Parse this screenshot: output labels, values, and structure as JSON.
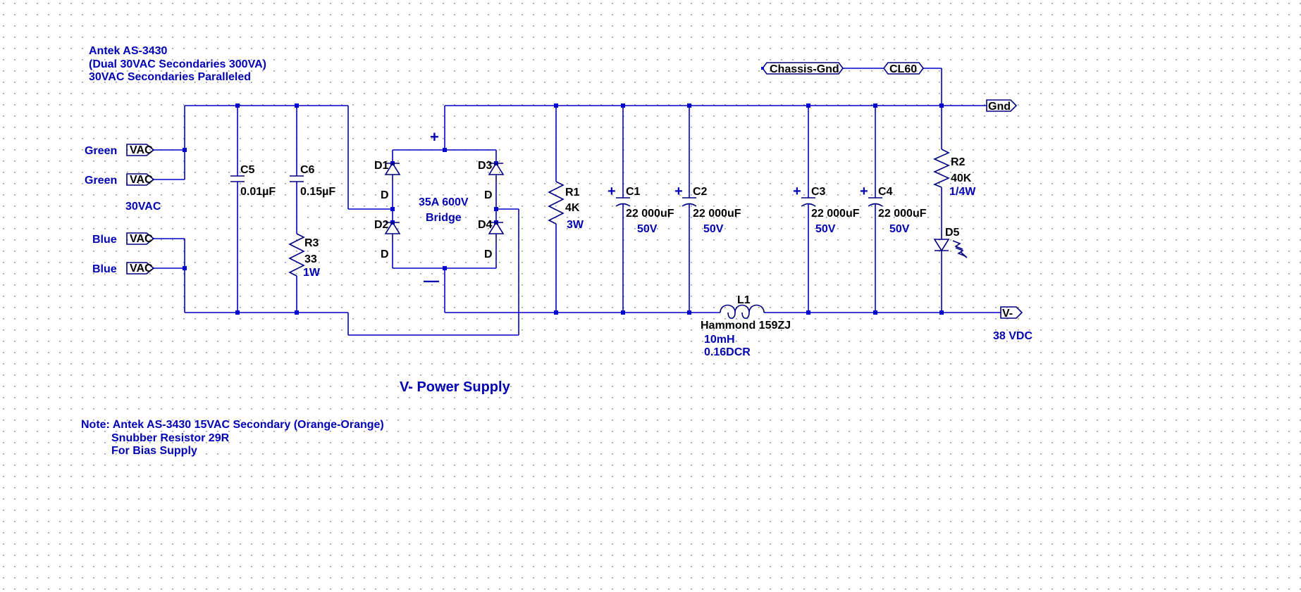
{
  "notes": {
    "transformer_line1": "Antek AS-3430",
    "transformer_line2": "(Dual 30VAC Secondaries 300VA)",
    "transformer_line3": "30VAC Secondaries Paralleled",
    "vac_rating": "30VAC",
    "title": "V- Power Supply",
    "footnote_line1": "Note: Antek AS-3430 15VAC Secondary (Orange-Orange)",
    "footnote_line2": "Snubber Resistor 29R",
    "footnote_line3": "For Bias Supply"
  },
  "inputs": [
    {
      "wire": "Green",
      "port": "VAC"
    },
    {
      "wire": "Green",
      "port": "VAC"
    },
    {
      "wire": "Blue",
      "port": "VAC"
    },
    {
      "wire": "Blue",
      "port": "VAC"
    }
  ],
  "components": {
    "C5": {
      "ref": "C5",
      "value": "0.01µF"
    },
    "C6": {
      "ref": "C6",
      "value": "0.15µF"
    },
    "R3": {
      "ref": "R3",
      "value": "33",
      "power": "1W"
    },
    "D1": {
      "ref": "D1",
      "model": "D"
    },
    "D2": {
      "ref": "D2",
      "model": "D"
    },
    "D3": {
      "ref": "D3",
      "model": "D"
    },
    "D4": {
      "ref": "D4",
      "model": "D"
    },
    "bridge": {
      "line1": "35A 600V",
      "line2": "Bridge",
      "plus": "+",
      "minus": "—"
    },
    "R1": {
      "ref": "R1",
      "value": "4K",
      "power": "3W"
    },
    "C1": {
      "ref": "C1",
      "value": "22 000uF",
      "voltage": "50V"
    },
    "C2": {
      "ref": "C2",
      "value": "22 000uF",
      "voltage": "50V"
    },
    "C3": {
      "ref": "C3",
      "value": "22 000uF",
      "voltage": "50V"
    },
    "C4": {
      "ref": "C4",
      "value": "22 000uF",
      "voltage": "50V"
    },
    "cap_plus": "+",
    "L1": {
      "ref": "L1",
      "model": "Hammond 159ZJ",
      "value": "10mH",
      "dcr": "0.16DCR"
    },
    "R2": {
      "ref": "R2",
      "value": "40K",
      "power": "1/4W"
    },
    "D5": {
      "ref": "D5"
    },
    "CL60": {
      "ref": "CL60"
    }
  },
  "ports": {
    "chassis": "Chassis-Gnd",
    "gnd": "Gnd",
    "vminus": "V-",
    "output": "38 VDC"
  },
  "colors": {
    "wire": "#0000c8",
    "annotation": "#0000b4",
    "component": "#000080",
    "grid_dot": "#8a8a8a",
    "background": "#ffffff"
  }
}
